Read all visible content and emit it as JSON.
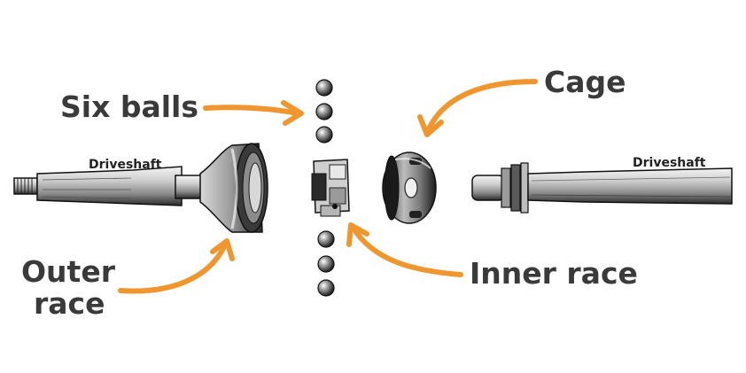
{
  "labels": {
    "six_balls": "Six balls",
    "cage": "Cage",
    "driveshaft_left": "Driveshaft",
    "driveshaft_right": "Driveshaft",
    "outer_race_line1": "Outer",
    "outer_race_line2": "race",
    "inner_race": "Inner race"
  },
  "colors": {
    "arrow": "#f0962f",
    "label_text": "#3a3a3a",
    "metal_dark": "#1a1a1a",
    "metal_light": "#e6e6e6"
  }
}
